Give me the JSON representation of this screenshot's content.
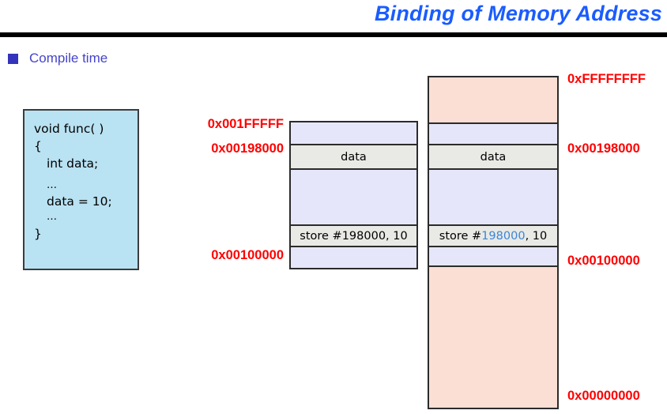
{
  "slide": {
    "title": "Binding of Memory Address",
    "accent_title_color": "#1a5cff",
    "rule_color": "#000000"
  },
  "bullet": {
    "icon": "square-bullet",
    "label": "Compile time",
    "color": "#4444cc"
  },
  "code_box": {
    "background": "#b9e2f2",
    "lines": [
      "void func( )",
      "{",
      "int data;",
      "…",
      "data = 10;",
      "…",
      "}"
    ],
    "line_1": "void func( )",
    "line_2": "{",
    "line_3": "int data;",
    "line_4": "…",
    "line_5": "data = 10;",
    "line_6": "…",
    "line_7": "}"
  },
  "memory_middle": {
    "name": "logical-address-space",
    "cells": [
      {
        "label": "",
        "fill": "#e6e6fa"
      },
      {
        "label": "data",
        "fill": "#e9e9e6"
      },
      {
        "label": "",
        "fill": "#e6e6fa"
      },
      {
        "label": "store #198000, 10",
        "fill": "#e9e9e6"
      },
      {
        "label": "",
        "fill": "#e6e6fa"
      }
    ],
    "data_label": "data",
    "store_label": "store #198000, 10",
    "addresses": {
      "top": "0x001FFFFF",
      "data": "0x00198000",
      "bottom": "0x00100000"
    }
  },
  "memory_right": {
    "name": "physical-memory",
    "cells": [
      {
        "label": "",
        "fill": "#fbded4"
      },
      {
        "label": "",
        "fill": "#e6e6fa"
      },
      {
        "label": "data",
        "fill": "#e9e9e6"
      },
      {
        "label": "",
        "fill": "#e6e6fa"
      },
      {
        "label": "store #198000, 10",
        "fill": "#e9e9e6"
      },
      {
        "label": "",
        "fill": "#e6e6fa"
      },
      {
        "label": "",
        "fill": "#fbded4"
      }
    ],
    "data_label": "data",
    "store_prefix": "store #",
    "store_highlight": "198000",
    "store_suffix": ", 10",
    "highlight_color": "#3a86d8",
    "addresses": {
      "top": "0xFFFFFFFF",
      "data": "0x00198000",
      "mid": "0x00100000",
      "bottom": "0x00000000"
    }
  },
  "colors": {
    "address_red": "#ff0000",
    "lavender": "#e6e6fa",
    "gray": "#e9e9e6",
    "pink": "#fbded4",
    "code_blue": "#b9e2f2"
  }
}
